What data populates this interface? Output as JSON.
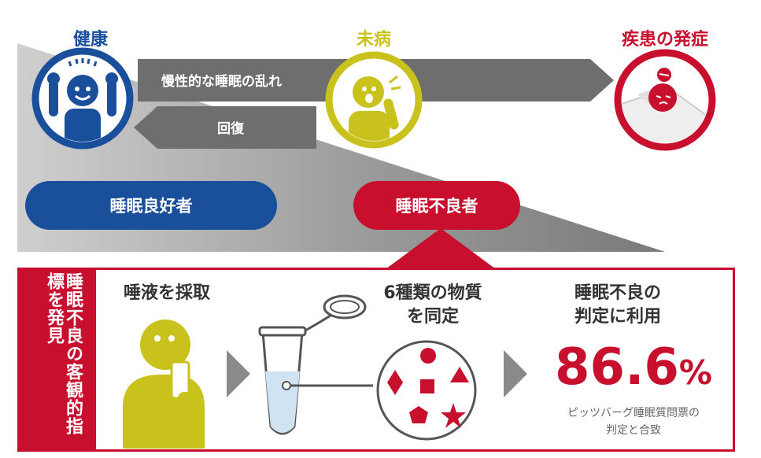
{
  "stages": {
    "healthy": "健康",
    "pre_disease": "未病",
    "onset": "疾患の発症"
  },
  "arrows": {
    "forward": "慢性的な睡眠の乱れ",
    "back": "回復"
  },
  "pills": {
    "good": "睡眠良好者",
    "poor": "睡眠不良者"
  },
  "bottom": {
    "vertical_title": "睡眠不良の客観的指標を発見",
    "step1": "唾液を採取",
    "step2_line1": "6種類の物質",
    "step2_line2": "を同定",
    "step3_line1": "睡眠不良の",
    "step3_line2": "判定に利用",
    "percent_value": "86.6",
    "percent_sign": "%",
    "note_line1": "ピッツバーグ睡眠質問票の",
    "note_line2": "判定と合致"
  },
  "colors": {
    "blue": "#1a4f9c",
    "yellow": "#c9c21d",
    "red": "#c8102e",
    "gray_arrow": "#6e6e6e"
  }
}
